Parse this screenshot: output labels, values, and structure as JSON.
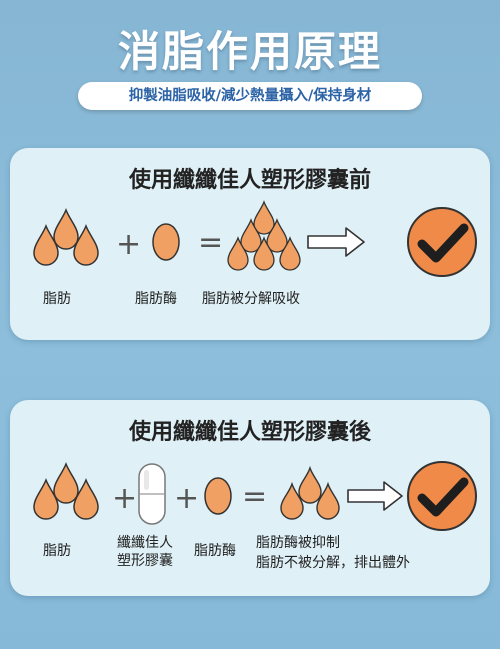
{
  "header": {
    "title": "消脂作用原理",
    "subtitle": "抑製油脂吸收/減少熱量攝入/保持身材"
  },
  "before": {
    "title": "使用纖纖佳人塑形膠囊前",
    "labels": {
      "fat": "脂肪",
      "lipase": "脂肪酶",
      "result": "脂肪被分解吸收"
    },
    "operators": {
      "plus": "+",
      "equals": "="
    }
  },
  "after": {
    "title": "使用纖纖佳人塑形膠囊後",
    "labels": {
      "fat": "脂肪",
      "capsule_line1": "纖纖佳人",
      "capsule_line2": "塑形膠囊",
      "lipase": "脂肪酶",
      "result_line1": "脂肪酶被抑制",
      "result_line2": "脂肪不被分解，排出體外"
    },
    "operators": {
      "plus": "+",
      "equals": "="
    }
  },
  "colors": {
    "drop_fill": "#f0a062",
    "outline": "#333333",
    "badge_fill": "#f08a48",
    "check": "#1e1e1e",
    "panel_bg": "#dff0f6",
    "subtitle_text": "#2b63a6"
  },
  "icons": [
    "fat-drop-icon",
    "lipase-oval-icon",
    "capsule-icon",
    "outline-arrow-icon",
    "checkmark-badge-icon"
  ]
}
